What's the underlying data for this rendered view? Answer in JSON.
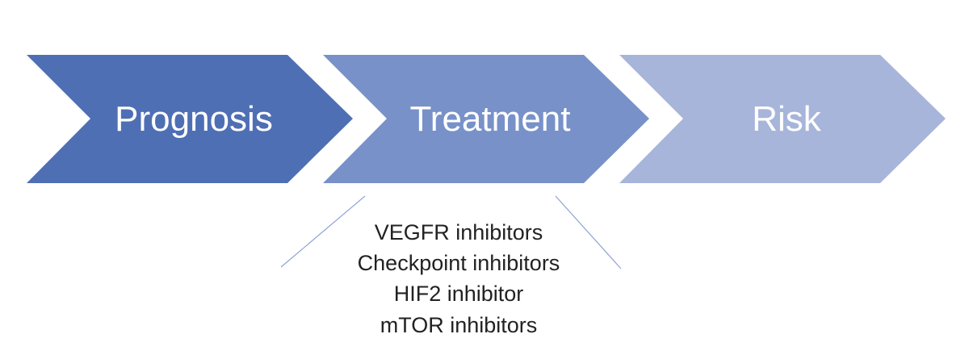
{
  "process": {
    "steps": [
      {
        "label": "Prognosis",
        "color": "#4f6fb5"
      },
      {
        "label": "Treatment",
        "color": "#7891c9"
      },
      {
        "label": "Risk",
        "color": "#a8b5da"
      }
    ]
  },
  "treatment_details": {
    "lines": [
      "VEGFR inhibitors",
      "Checkpoint inhibitors",
      "HIF2 inhibitor",
      "mTOR inhibitors"
    ],
    "connector_color": "#8fa3d4"
  }
}
